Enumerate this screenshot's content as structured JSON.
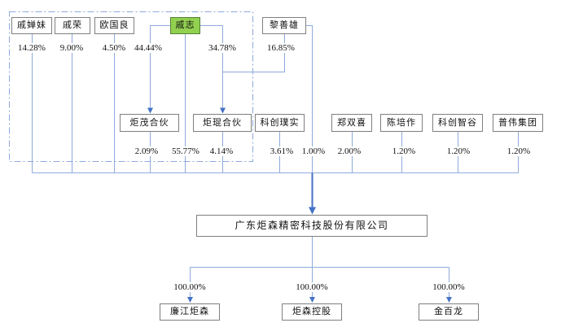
{
  "diagram_type": "equity-ownership-structure",
  "shareholders": {
    "qichanmei": {
      "name": "戚婵妹",
      "pct": "14.28%"
    },
    "qirong": {
      "name": "戚荣",
      "pct": "9.00%"
    },
    "ouguoliang": {
      "name": "欧国良",
      "pct": "4.50%"
    },
    "qizhi": {
      "name": "戚志",
      "pct_direct": "55.77%",
      "pct_in_jumao": "44.44%",
      "pct_in_jukun": "34.78%",
      "highlighted": true
    },
    "lishanxiong": {
      "name": "黎善雄",
      "pct_direct": "1.00%",
      "pct_in_jukun": "16.85%"
    },
    "jumao": {
      "name": "炬茂合伙",
      "pct": "2.09%"
    },
    "jukun": {
      "name": "炬琨合伙",
      "pct": "4.14%"
    },
    "pushi": {
      "name": "科创璞实",
      "pct": "3.61%"
    },
    "zhengshuangxi": {
      "name": "郑双喜",
      "pct": "2.00%"
    },
    "chenpeizuo": {
      "name": "陈培作",
      "pct": "1.20%"
    },
    "zhigu": {
      "name": "科创智谷",
      "pct": "1.20%"
    },
    "puwei": {
      "name": "普伟集团",
      "pct": "1.20%"
    }
  },
  "company": {
    "name": "广东炬森精密科技股份有限公司"
  },
  "subsidiaries": {
    "lianjiang": {
      "name": "廉江炬森",
      "pct": "100.00%"
    },
    "holding": {
      "name": "炬森控股",
      "pct": "100.00%"
    },
    "jinbailong": {
      "name": "金百龙",
      "pct": "100.00%"
    }
  },
  "colors": {
    "connector": "#8faadc",
    "arrow": "#4472c4",
    "highlight_fill": "#92d050",
    "highlight_border": "#538135",
    "box_border": "#7f7f7f"
  }
}
